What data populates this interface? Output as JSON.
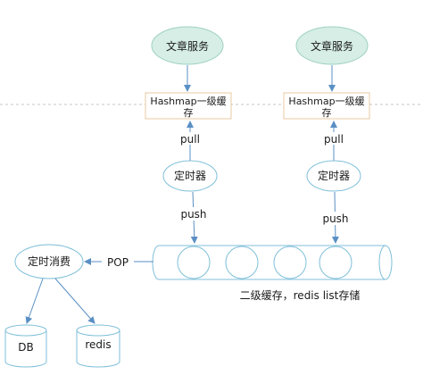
{
  "nodes": {
    "service_left": "文章服务",
    "service_right": "文章服务",
    "cache_left_line1": "Hashmap一级缓",
    "cache_left_line2": "存",
    "cache_right_line1": "Hashmap一级缓",
    "cache_right_line2": "存",
    "timer_left": "定时器",
    "timer_right": "定时器",
    "consumer": "定时消费",
    "db": "DB",
    "redis": "redis"
  },
  "edges": {
    "pull_left": "pull",
    "pull_right": "pull",
    "push_left": "push",
    "push_right": "push",
    "pop": "POP"
  },
  "labels": {
    "queue_caption": "二级缓存，redis list存储"
  },
  "colors": {
    "service_fill": "#d6eee5",
    "service_stroke": "#9ed2bf",
    "node_stroke": "#7fbfd8",
    "arrow": "#5a8fc4",
    "cache_stroke": "#e8c9a0",
    "text": "#1a1a1a"
  }
}
